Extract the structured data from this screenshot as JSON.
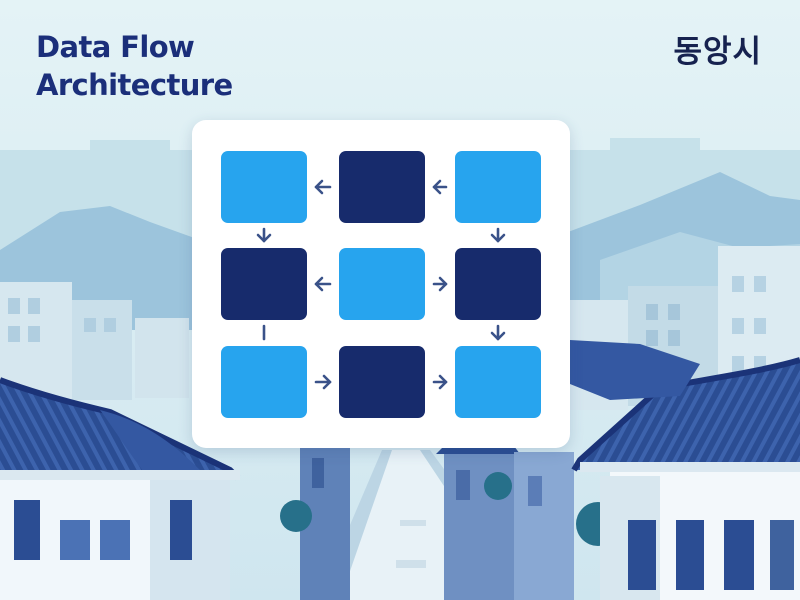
{
  "header": {
    "title_line1": "Data Flow",
    "title_line2": "Architecture",
    "city": "동앙시"
  },
  "colors": {
    "sky": "#d9eef3",
    "title": "#1b2f7a",
    "node_light": "#27a4ee",
    "node_dark": "#172b6c",
    "arrow": "#3a5289",
    "roof": "#2b4d93"
  },
  "diagram": {
    "nodes": [
      {
        "id": "r1c1",
        "row": 1,
        "col": 1,
        "tone": "light"
      },
      {
        "id": "r1c2",
        "row": 1,
        "col": 2,
        "tone": "dark"
      },
      {
        "id": "r1c3",
        "row": 1,
        "col": 3,
        "tone": "light"
      },
      {
        "id": "r2c1",
        "row": 2,
        "col": 1,
        "tone": "dark"
      },
      {
        "id": "r2c2",
        "row": 2,
        "col": 2,
        "tone": "light"
      },
      {
        "id": "r2c3",
        "row": 2,
        "col": 3,
        "tone": "dark"
      },
      {
        "id": "r3c1",
        "row": 3,
        "col": 1,
        "tone": "light"
      },
      {
        "id": "r3c2",
        "row": 3,
        "col": 2,
        "tone": "dark"
      },
      {
        "id": "r3c3",
        "row": 3,
        "col": 3,
        "tone": "light"
      }
    ],
    "edges": [
      {
        "from": "r1c2",
        "to": "r1c1",
        "head": true
      },
      {
        "from": "r1c3",
        "to": "r1c2",
        "head": true
      },
      {
        "from": "r1c1",
        "to": "r2c1",
        "head": true
      },
      {
        "from": "r1c3",
        "to": "r2c3",
        "head": true
      },
      {
        "from": "r2c2",
        "to": "r2c1",
        "head": true
      },
      {
        "from": "r2c2",
        "to": "r2c3",
        "head": true
      },
      {
        "from": "r2c3",
        "to": "r3c3",
        "head": true
      },
      {
        "from": "r2c1",
        "to": "r3c1",
        "head": false
      },
      {
        "from": "r3c1",
        "to": "r3c2",
        "head": true
      },
      {
        "from": "r3c2",
        "to": "r3c3",
        "head": true
      }
    ]
  }
}
